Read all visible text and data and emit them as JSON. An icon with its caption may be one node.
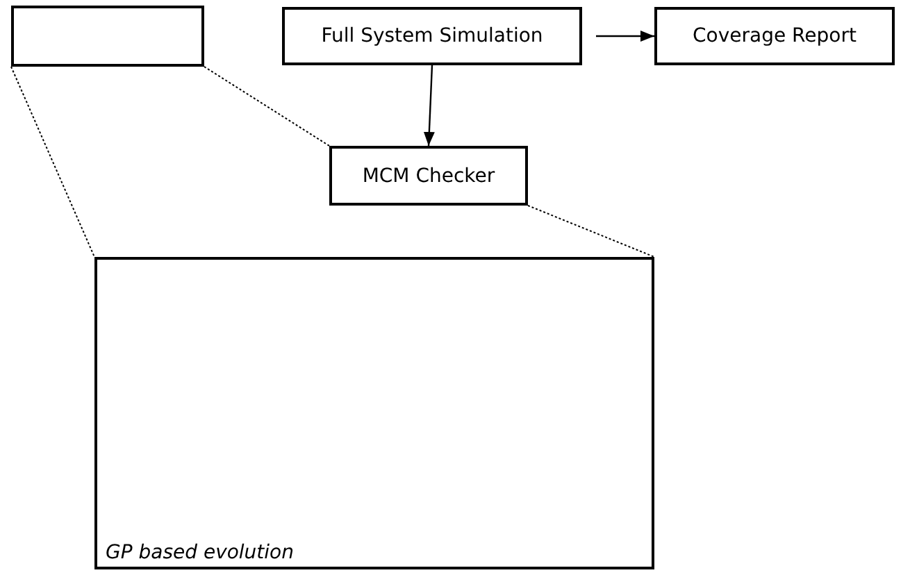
{
  "diagram": {
    "nodes": [
      {
        "text": [],
        "shape": "box"
      },
      {
        "text": [
          "Full System Simulation"
        ]
      },
      {
        "text": [
          "Coverage Report"
        ]
      },
      {
        "text": [
          "MCM Checker"
        ]
      },
      {
        "text": [
          "GP based evolution"
        ]
      }
    ],
    "edges": [
      {
        "from": 1,
        "to": 2,
        "arrow": "to"
      },
      {
        "from": 1,
        "to": 3,
        "arrow": "to"
      },
      {
        "from": 0,
        "to": 3,
        "arrow": "none",
        "style": "dashed"
      },
      {
        "from": 3,
        "to": 4,
        "arrow": "none",
        "style": "dashed"
      },
      {
        "from": 0,
        "to": 4,
        "arrow": "none",
        "style": "dashed"
      }
    ]
  }
}
